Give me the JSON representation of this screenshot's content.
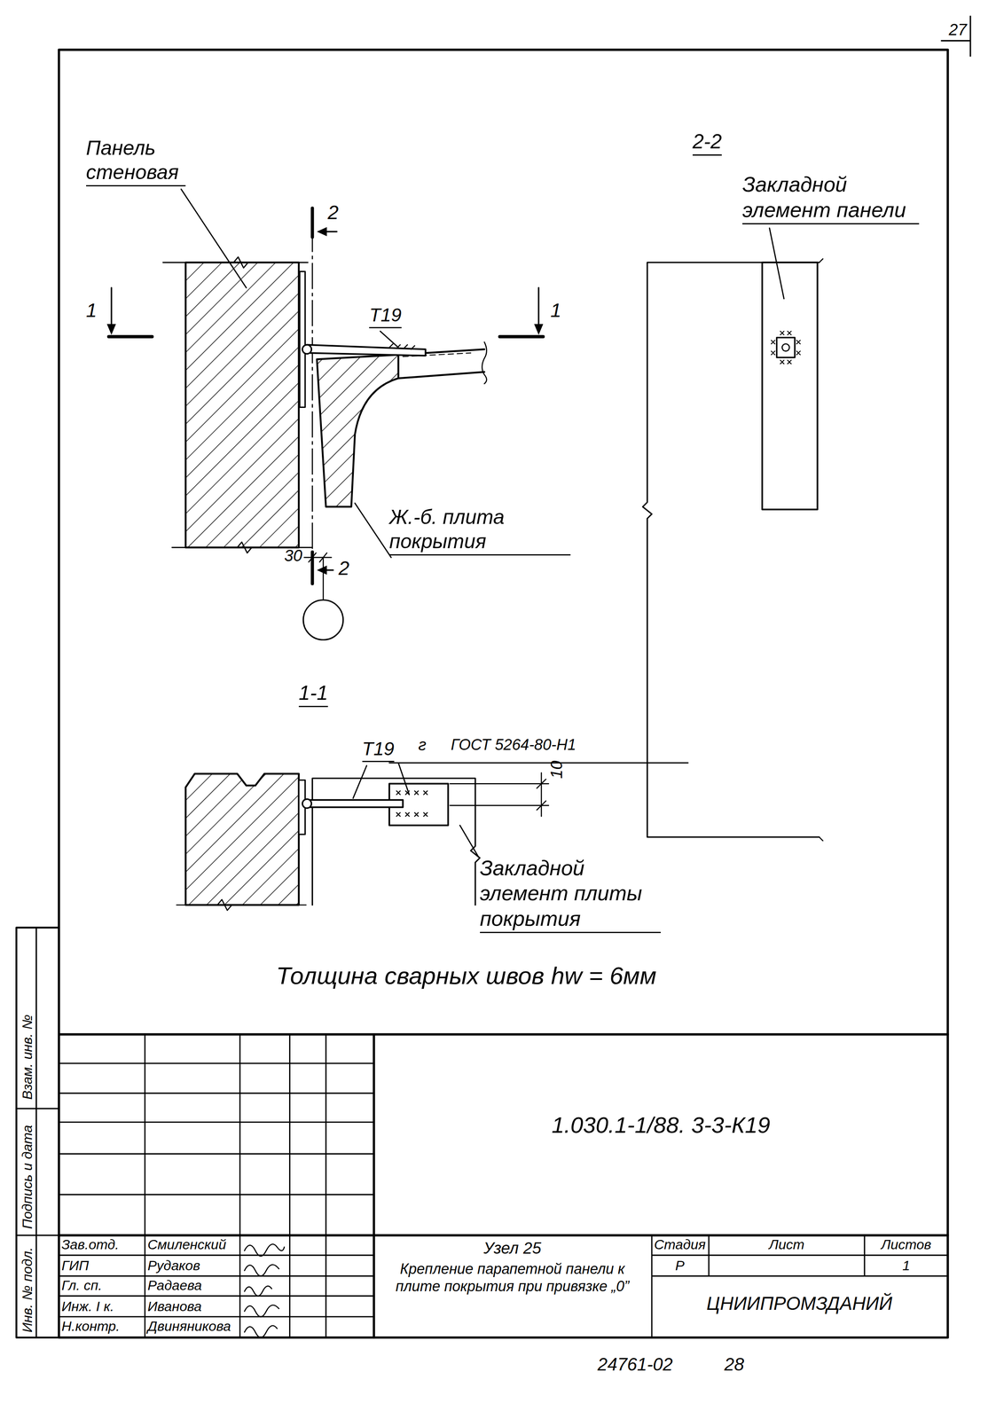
{
  "diagram": {
    "labels": [
      "27",
      "Панель стеновая",
      "2",
      "2",
      "1",
      "1",
      "Т19",
      "Ж.-б. плита покрытия",
      "30",
      "2-2",
      "Закладной элемент панели",
      "1-1",
      "Т19",
      "г",
      "ГОСТ 5264-80-Н1",
      "10",
      "Закладной элемент плиты покрытия",
      "Толщина сварных швов hw = 6мм",
      "Взам. инв. №",
      "Подпись и дата",
      "Инв. № подл.",
      "1.030.1-1/88. 3-3-К19",
      "Зав.отд.",
      "Смиленский",
      "ГИП",
      "Рудаков",
      "Гл. сп.",
      "Радаева",
      "Инж. I к.",
      "Иванова",
      "Н.контр.",
      "Двиняникова",
      "Узел 25",
      "Крепление парапетной панели к плите покрытия при привязке „0”",
      "Стадия",
      "Лист",
      "Листов",
      "Р",
      "1",
      "ЦНИИПРОМЗДАНИЙ",
      "24761-02",
      "28"
    ]
  }
}
